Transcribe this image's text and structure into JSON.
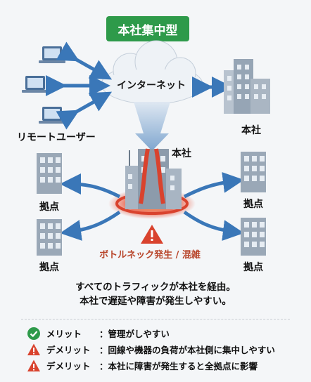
{
  "title": "本社集中型",
  "cloud_label": "インターネット",
  "remote_users_label": "リモートユーザー",
  "hq_right_label": "本社",
  "hq_center_label": "本社",
  "branch_label": "拠点",
  "bottleneck_label": "ボトルネック発生 / 混雑",
  "summary": [
    "すべてのトラフィックが本社を経由。",
    "本社で遅延や障害が発生しやすい。"
  ],
  "points": [
    {
      "icon": "check-icon",
      "type": "メリット",
      "text": "：管理がしやすい"
    },
    {
      "icon": "warning-icon",
      "type": "デメリット",
      "text": "：回線や機器の負荷が本社側に集中しやすい"
    },
    {
      "icon": "warning-icon",
      "type": "デメリット",
      "text": "：本社に障害が発生すると全拠点に影響"
    }
  ],
  "colors": {
    "accent_green": "#2e9a4a",
    "arrow_blue": "#3a77b8",
    "warning_red": "#d9432e",
    "bottleneck_text": "#b8452a"
  }
}
